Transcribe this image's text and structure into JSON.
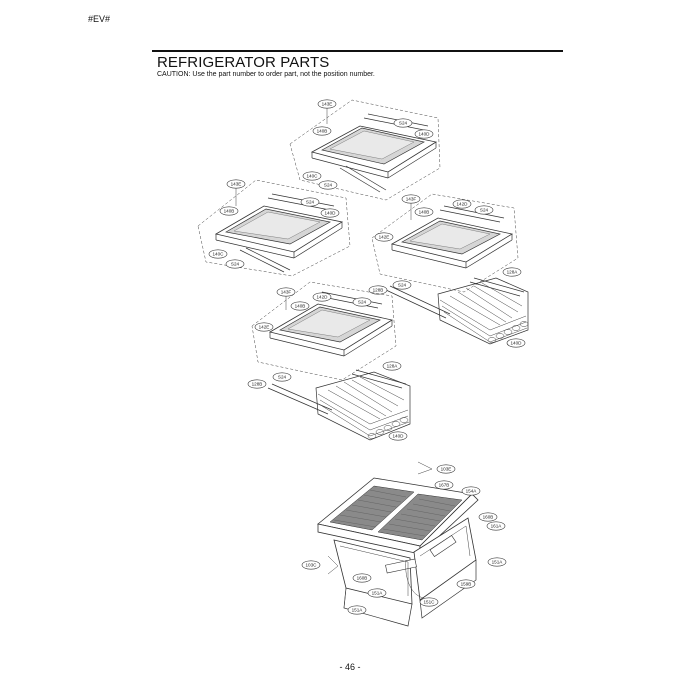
{
  "header": {
    "tag": "#EV#"
  },
  "title": "REFRIGERATOR PARTS",
  "caution": "CAUTION: Use the part number to order part, not the position number.",
  "page_number": "- 46 -",
  "shelf_a": {
    "tags": [
      "143E",
      "140B",
      "S24",
      "140D",
      "140C",
      "S24"
    ]
  },
  "shelf_b": {
    "tags": [
      "143E",
      "140B",
      "S24",
      "140D",
      "140C",
      "S24"
    ]
  },
  "shelf_c": {
    "tags": [
      "143F",
      "140B",
      "142D",
      "S24",
      "142E",
      "128A",
      "128B",
      "S24",
      "140D"
    ]
  },
  "shelf_d": {
    "tags": [
      "143F",
      "142D",
      "140B",
      "S24",
      "142E",
      "128A",
      "128B",
      "S24",
      "140D"
    ]
  },
  "drawers": {
    "tags": [
      "103E",
      "167B",
      "154A",
      "160B",
      "161A",
      "151A",
      "103C",
      "160B",
      "159B",
      "151A",
      "151C",
      "151A"
    ]
  }
}
